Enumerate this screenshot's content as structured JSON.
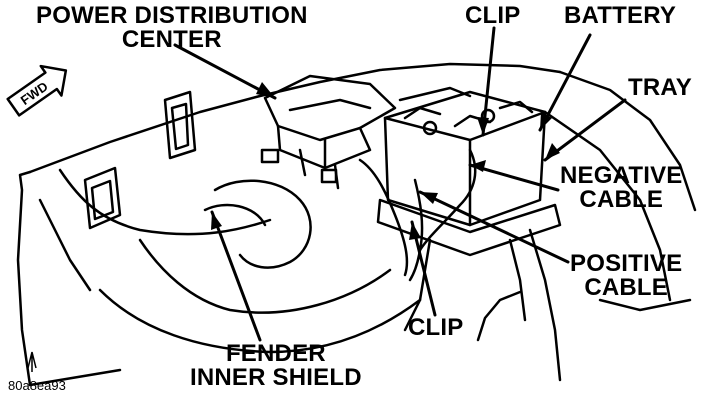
{
  "labels": {
    "pdc_line1": "POWER DISTRIBUTION",
    "pdc_line2": "CENTER",
    "clip_top": "CLIP",
    "battery": "BATTERY",
    "tray": "TRAY",
    "negative_line1": "NEGATIVE",
    "negative_line2": "CABLE",
    "positive_line1": "POSITIVE",
    "positive_line2": "CABLE",
    "clip_bottom": "CLIP",
    "fender_line1": "FENDER",
    "fender_line2": "INNER SHIELD"
  },
  "direction_badge": "FWD",
  "figure_code": "80a8ea93"
}
